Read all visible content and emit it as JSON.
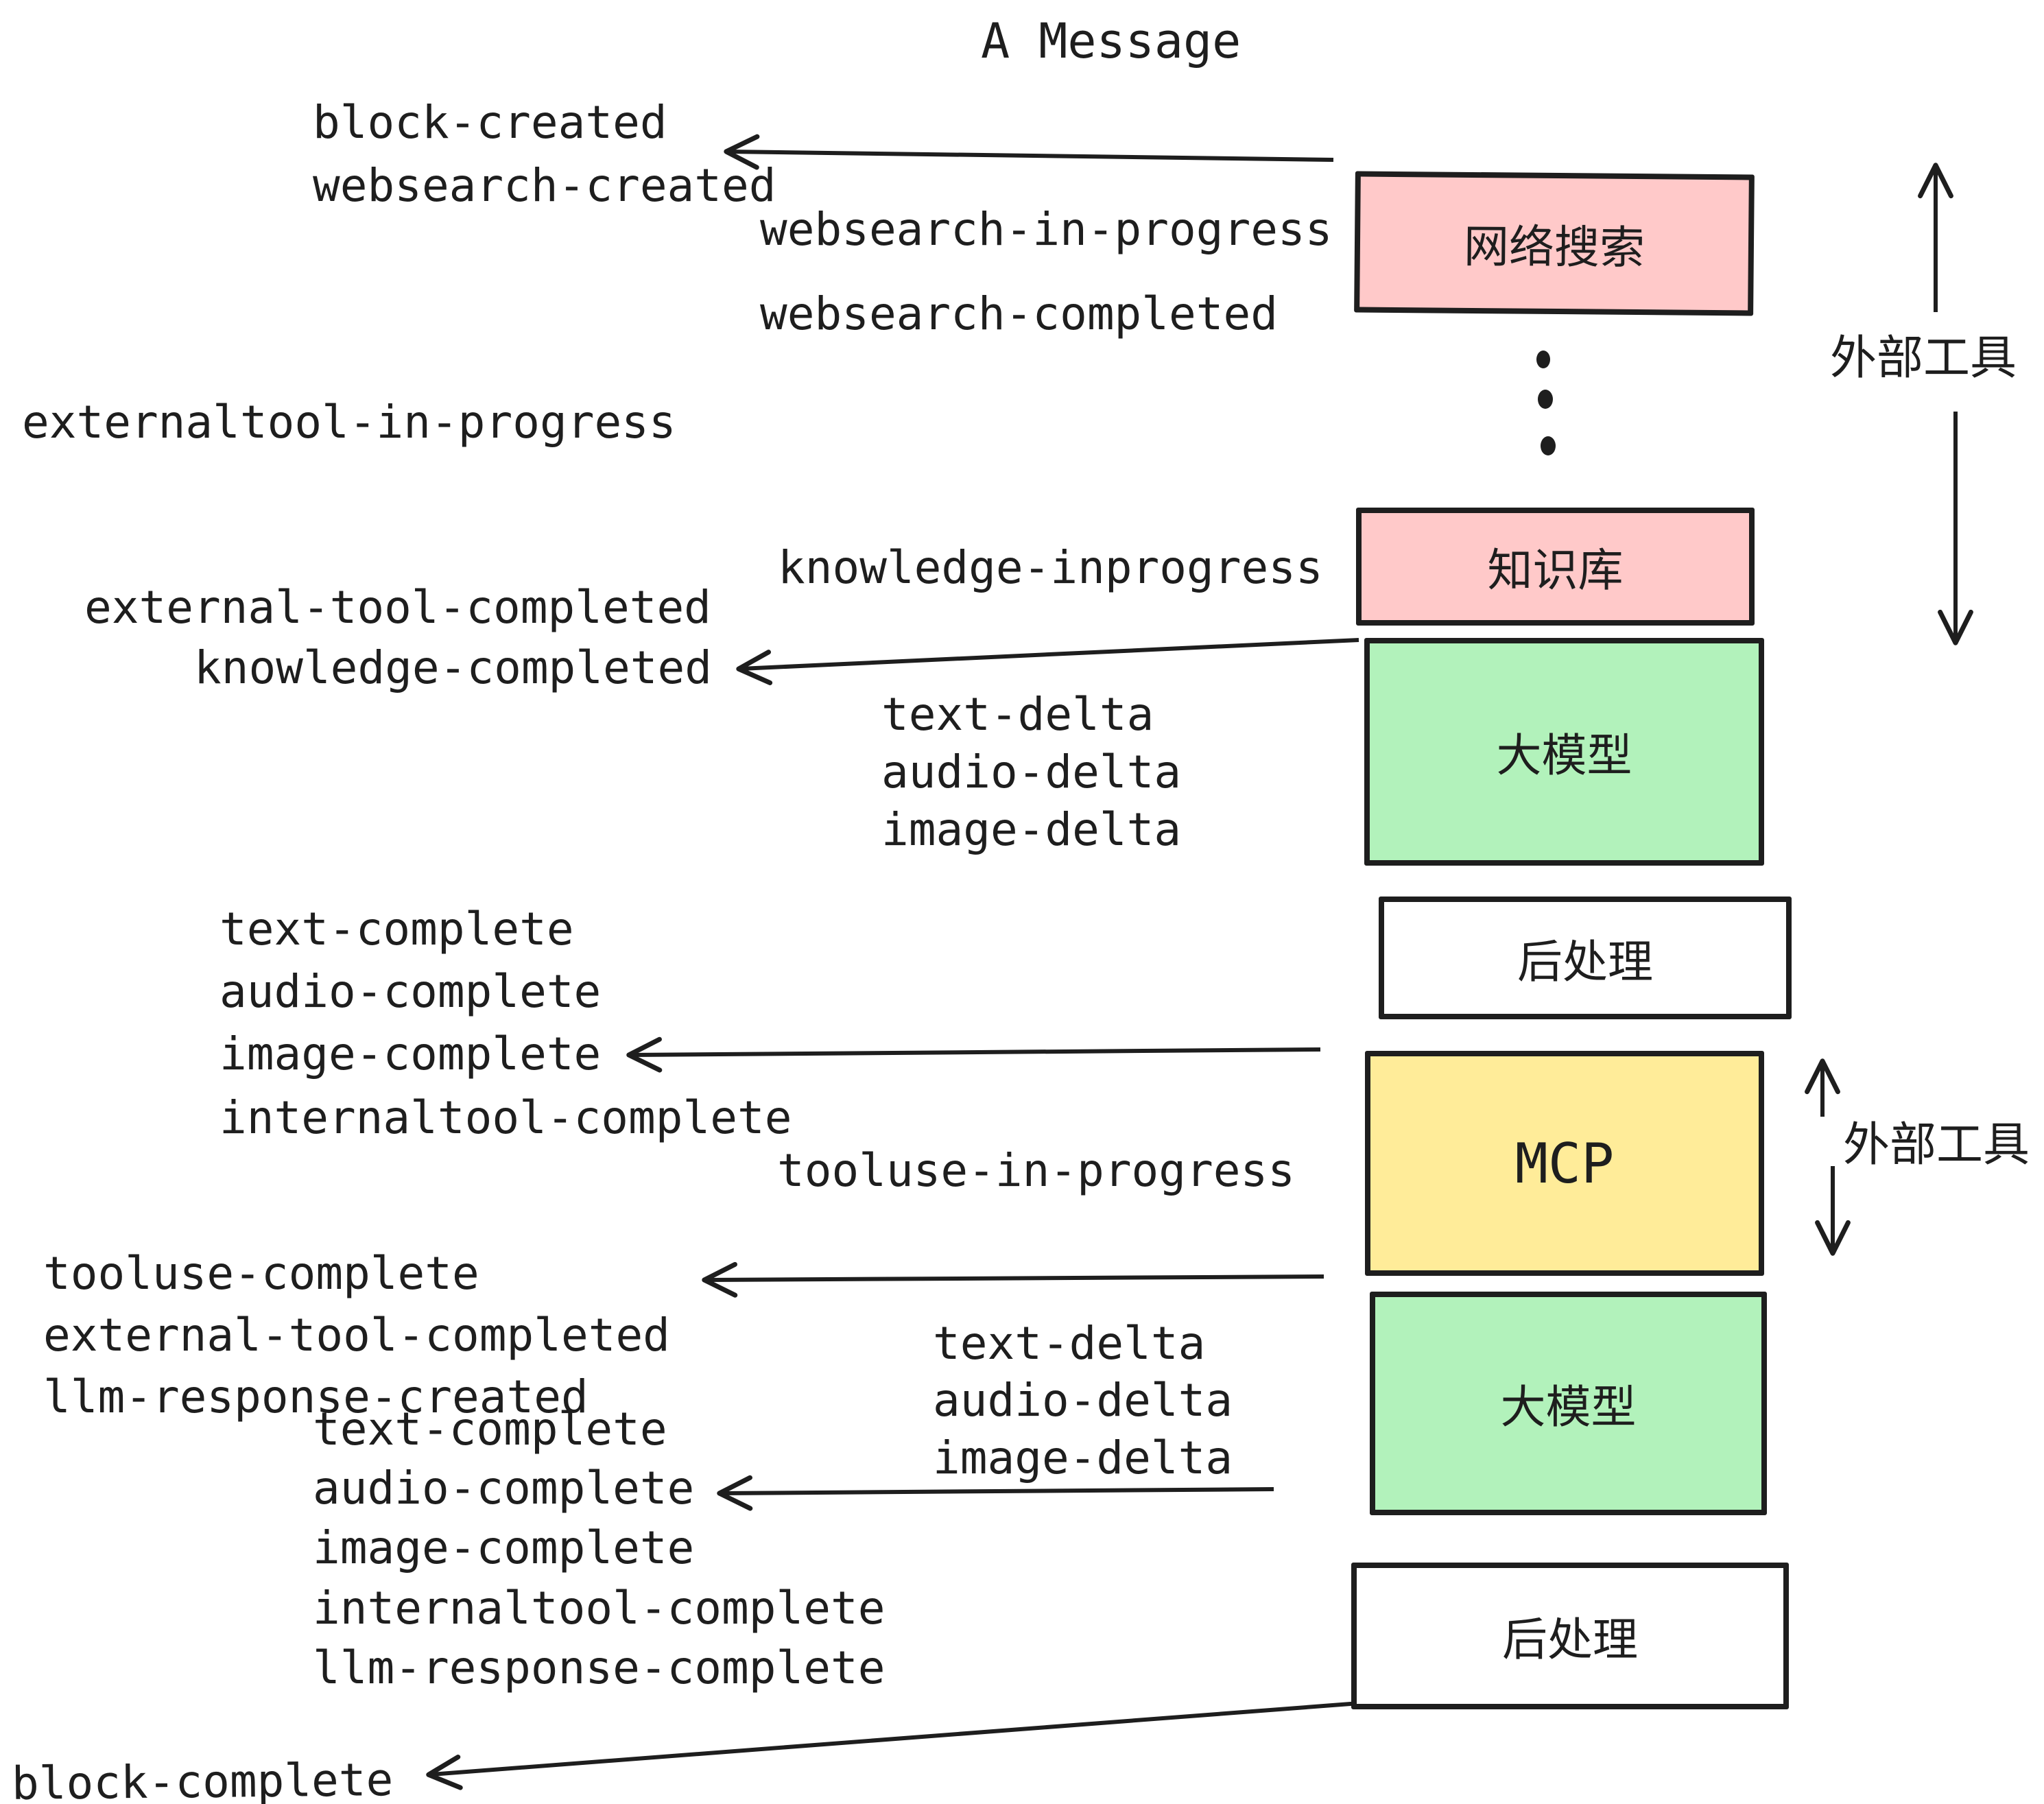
{
  "title": "A Message",
  "events": {
    "block_created": "block-created",
    "websearch_created": "websearch-created",
    "websearch_in_progress": "websearch-in-progress",
    "websearch_completed": "websearch-completed",
    "externaltool_in_progress": "externaltool-in-progress",
    "knowledge_inprogress": "knowledge-inprogress",
    "external_tool_completed": "external-tool-completed",
    "knowledge_completed": "knowledge-completed",
    "text_delta": "text-delta",
    "audio_delta": "audio-delta",
    "image_delta": "image-delta",
    "text_complete": "text-complete",
    "audio_complete": "audio-complete",
    "image_complete": "image-complete",
    "internaltool_complete": "internaltool-complete",
    "tooluse_in_progress": "tooluse-in-progress",
    "tooluse_complete": "tooluse-complete",
    "llm_response_created": "llm-response-created",
    "llm_response_complete": "llm-response-complete",
    "block_complete": "block-complete"
  },
  "boxes": {
    "web_search": {
      "label": "网络搜索",
      "fill": "#ffc9c9"
    },
    "knowledge_base": {
      "label": "知识库",
      "fill": "#ffc9c9"
    },
    "llm": {
      "label": "大模型",
      "fill": "#b2f2bb"
    },
    "post_process": {
      "label": "后处理",
      "fill": "#ffffff"
    },
    "mcp": {
      "label": "MCP",
      "fill": "#ffec99"
    }
  },
  "side_labels": {
    "external_tools": "外部工具"
  },
  "colors": {
    "stroke": "#1e1e1e",
    "pink": "#ffc9c9",
    "green": "#b2f2bb",
    "yellow": "#ffec99",
    "white": "#ffffff"
  }
}
